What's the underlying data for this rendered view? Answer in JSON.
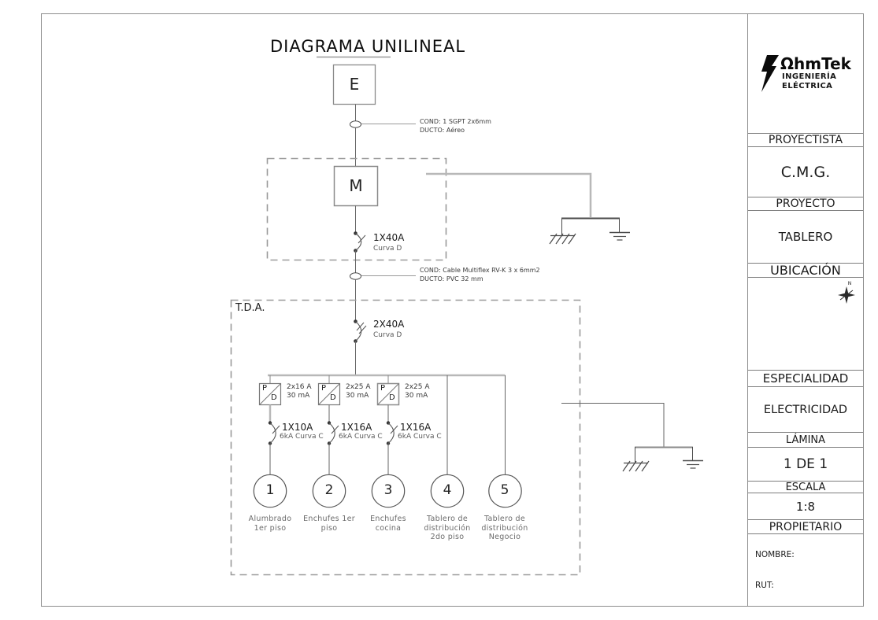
{
  "title": "DIAGRAMA UNILINEAL",
  "diagram": {
    "energy_meter_label": "E",
    "meter_box_label": "M",
    "panel_label": "T.D.A.",
    "service_note": {
      "line1": "COND: 1 SGPT 2x6mm",
      "line2": "DUCTO: Aéreo"
    },
    "feeder_note": {
      "line1": "COND: Cable Multiflex RV-K 3 x 6mm2",
      "line2": "DUCTO: PVC 32 mm"
    },
    "main_breaker": {
      "rating": "1X40A",
      "curve": "Curva D"
    },
    "panel_main_breaker": {
      "rating": "2X40A",
      "curve": "Curva D"
    },
    "differentials": [
      {
        "p": "P",
        "d": "D",
        "rating": "2x16 A",
        "sensitivity": "30 mA"
      },
      {
        "p": "P",
        "d": "D",
        "rating": "2x25 A",
        "sensitivity": "30 mA"
      },
      {
        "p": "P",
        "d": "D",
        "rating": "2x25 A",
        "sensitivity": "30 mA"
      }
    ],
    "branch_breakers": [
      {
        "rating": "1X10A",
        "spec": "6kA Curva C"
      },
      {
        "rating": "1X16A",
        "spec": "6kA Curva C"
      },
      {
        "rating": "1X16A",
        "spec": "6kA Curva C"
      }
    ],
    "circuits": [
      {
        "number": "1",
        "line1": "Alumbrado",
        "line2": "1er piso",
        "line3": ""
      },
      {
        "number": "2",
        "line1": "Enchufes 1er",
        "line2": "piso",
        "line3": ""
      },
      {
        "number": "3",
        "line1": "Enchufes",
        "line2": "cocina",
        "line3": ""
      },
      {
        "number": "4",
        "line1": "Tablero de",
        "line2": "distribución",
        "line3": "2do piso"
      },
      {
        "number": "5",
        "line1": "Tablero de",
        "line2": "distribución",
        "line3": "Negocio"
      }
    ]
  },
  "title_block": {
    "logo": {
      "brand": "ΩhmTek",
      "subtitle_line1": "INGENIERÍA",
      "subtitle_line2": "ELÉCTRICA"
    },
    "proyectista_label": "PROYECTISTA",
    "proyectista_value": "C.M.G.",
    "proyecto_label": "PROYECTO",
    "proyecto_value": "TABLERO",
    "ubicacion_label": "UBICACIÓN",
    "north_label": "N",
    "especialidad_label": "ESPECIALIDAD",
    "especialidad_value": "ELECTRICIDAD",
    "lamina_label": "LÁMINA",
    "lamina_value": "1 DE 1",
    "escala_label": "ESCALA",
    "escala_value": "1:8",
    "propietario_label": "PROPIETARIO",
    "nombre_label": "NOMBRE:",
    "rut_label": "RUT:"
  },
  "colors": {
    "line_dark": "#4a4a4a",
    "line_mid": "#8a8a8a",
    "line_light": "#b8b8b8",
    "text_primary": "#1a1a1a",
    "text_secondary": "#5a5a5a"
  }
}
